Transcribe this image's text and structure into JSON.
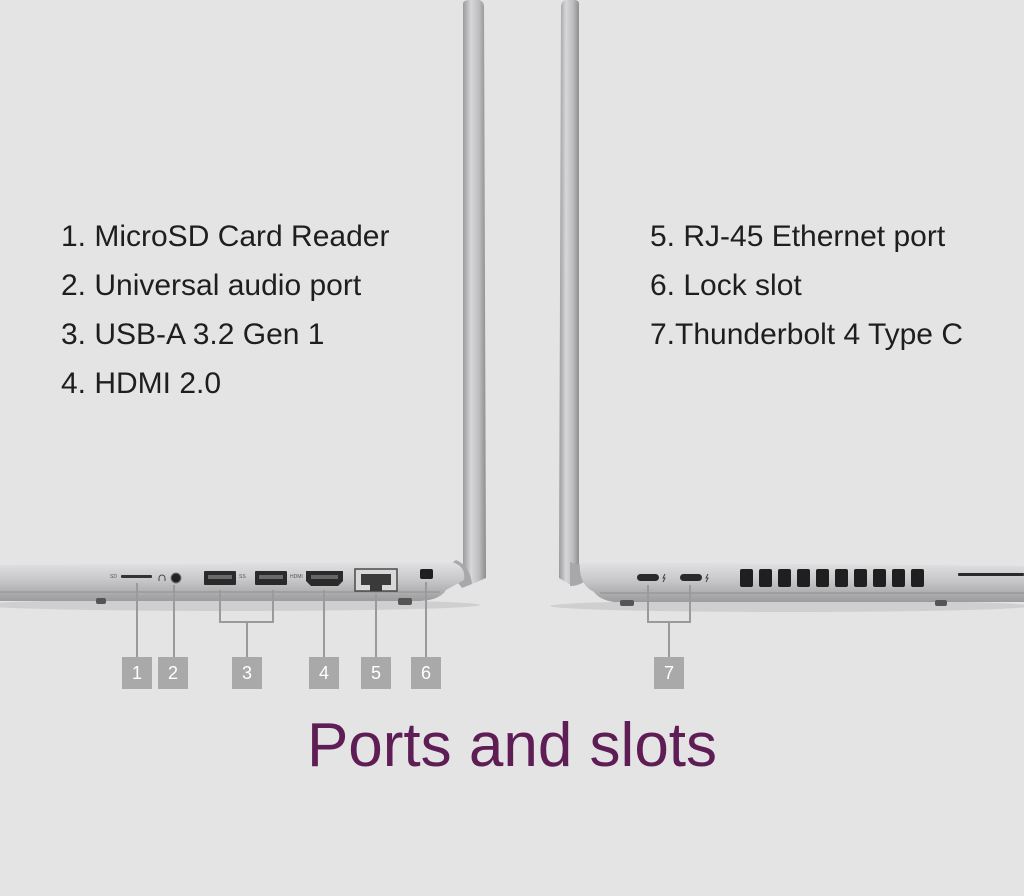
{
  "left_features": [
    {
      "text": "1. MicroSD Card Reader"
    },
    {
      "text": "2. Universal audio port"
    },
    {
      "text": "3. USB-A 3.2 Gen 1"
    },
    {
      "text": "4. HDMI 2.0"
    }
  ],
  "right_features": [
    {
      "text": "5. RJ-45 Ethernet port"
    },
    {
      "text": "6. Lock slot"
    },
    {
      "text": "7.Thunderbolt 4 Type C"
    }
  ],
  "callouts": [
    "1",
    "2",
    "3",
    "4",
    "5",
    "6",
    "7"
  ],
  "port_stamps": {
    "sd": "SD",
    "usb": "SS",
    "hdmi": "HDMI"
  },
  "heading": "Ports and slots",
  "colors": {
    "background": "#e4e4e4",
    "heading": "#5e1d55",
    "callout": "#a9a9a9",
    "chassis": "#c9c9cb"
  }
}
